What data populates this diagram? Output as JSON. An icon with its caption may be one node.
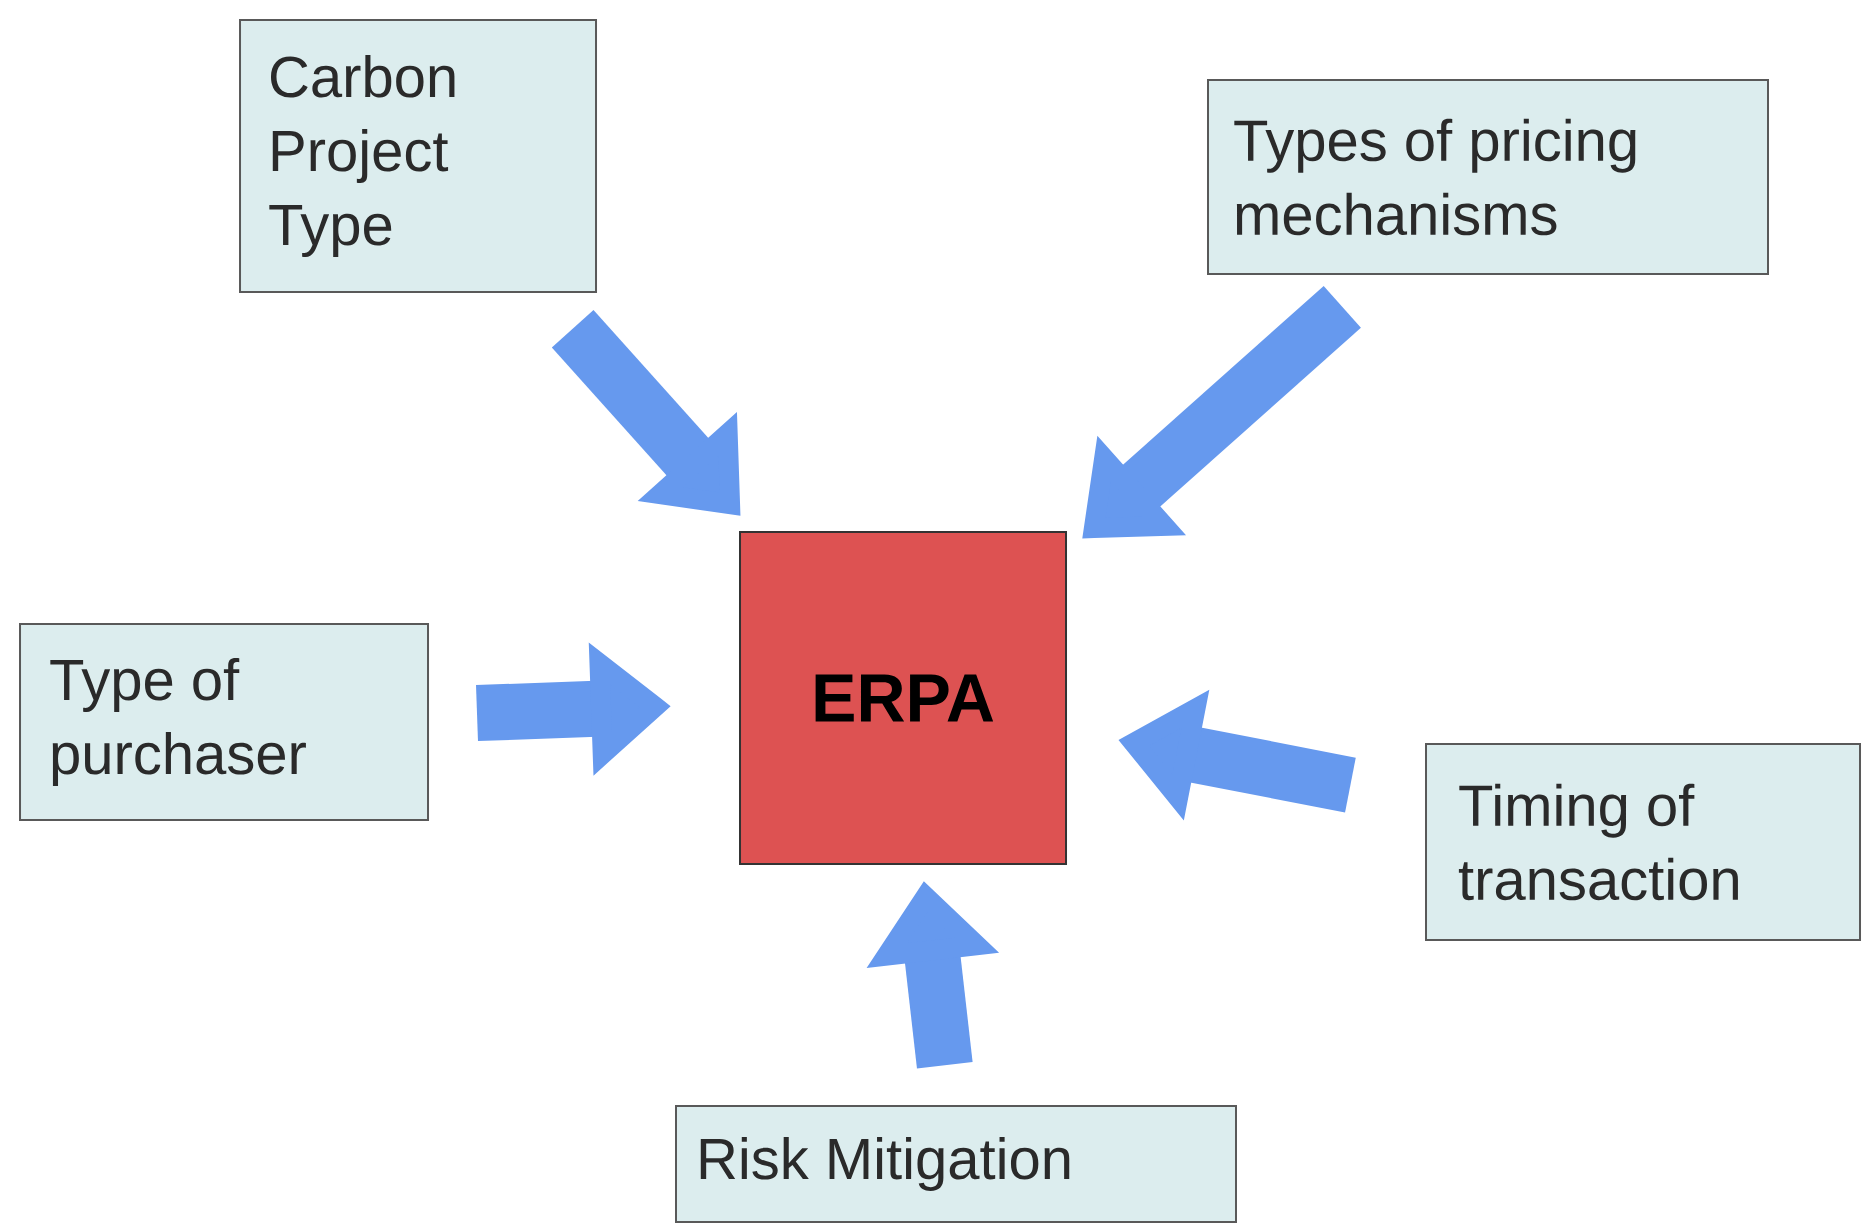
{
  "diagram": {
    "nodes": [
      {
        "text": [
          "Carbon Project Type"
        ]
      },
      {
        "text": [
          "Types of pricing mechanisms"
        ]
      },
      {
        "text": [
          "Type of purchaser"
        ]
      },
      {
        "text": [
          "ERPA"
        ]
      },
      {
        "text": [
          "Timing of transaction"
        ]
      },
      {
        "text": [
          "Risk Mitigation"
        ]
      }
    ],
    "edges": [
      {
        "from": 0,
        "to": 3,
        "arrow": "to"
      },
      {
        "from": 1,
        "to": 3,
        "arrow": "to"
      },
      {
        "from": 2,
        "to": 3,
        "arrow": "to"
      },
      {
        "from": 4,
        "to": 3,
        "arrow": "to"
      },
      {
        "from": 5,
        "to": 3,
        "arrow": "to"
      }
    ]
  }
}
